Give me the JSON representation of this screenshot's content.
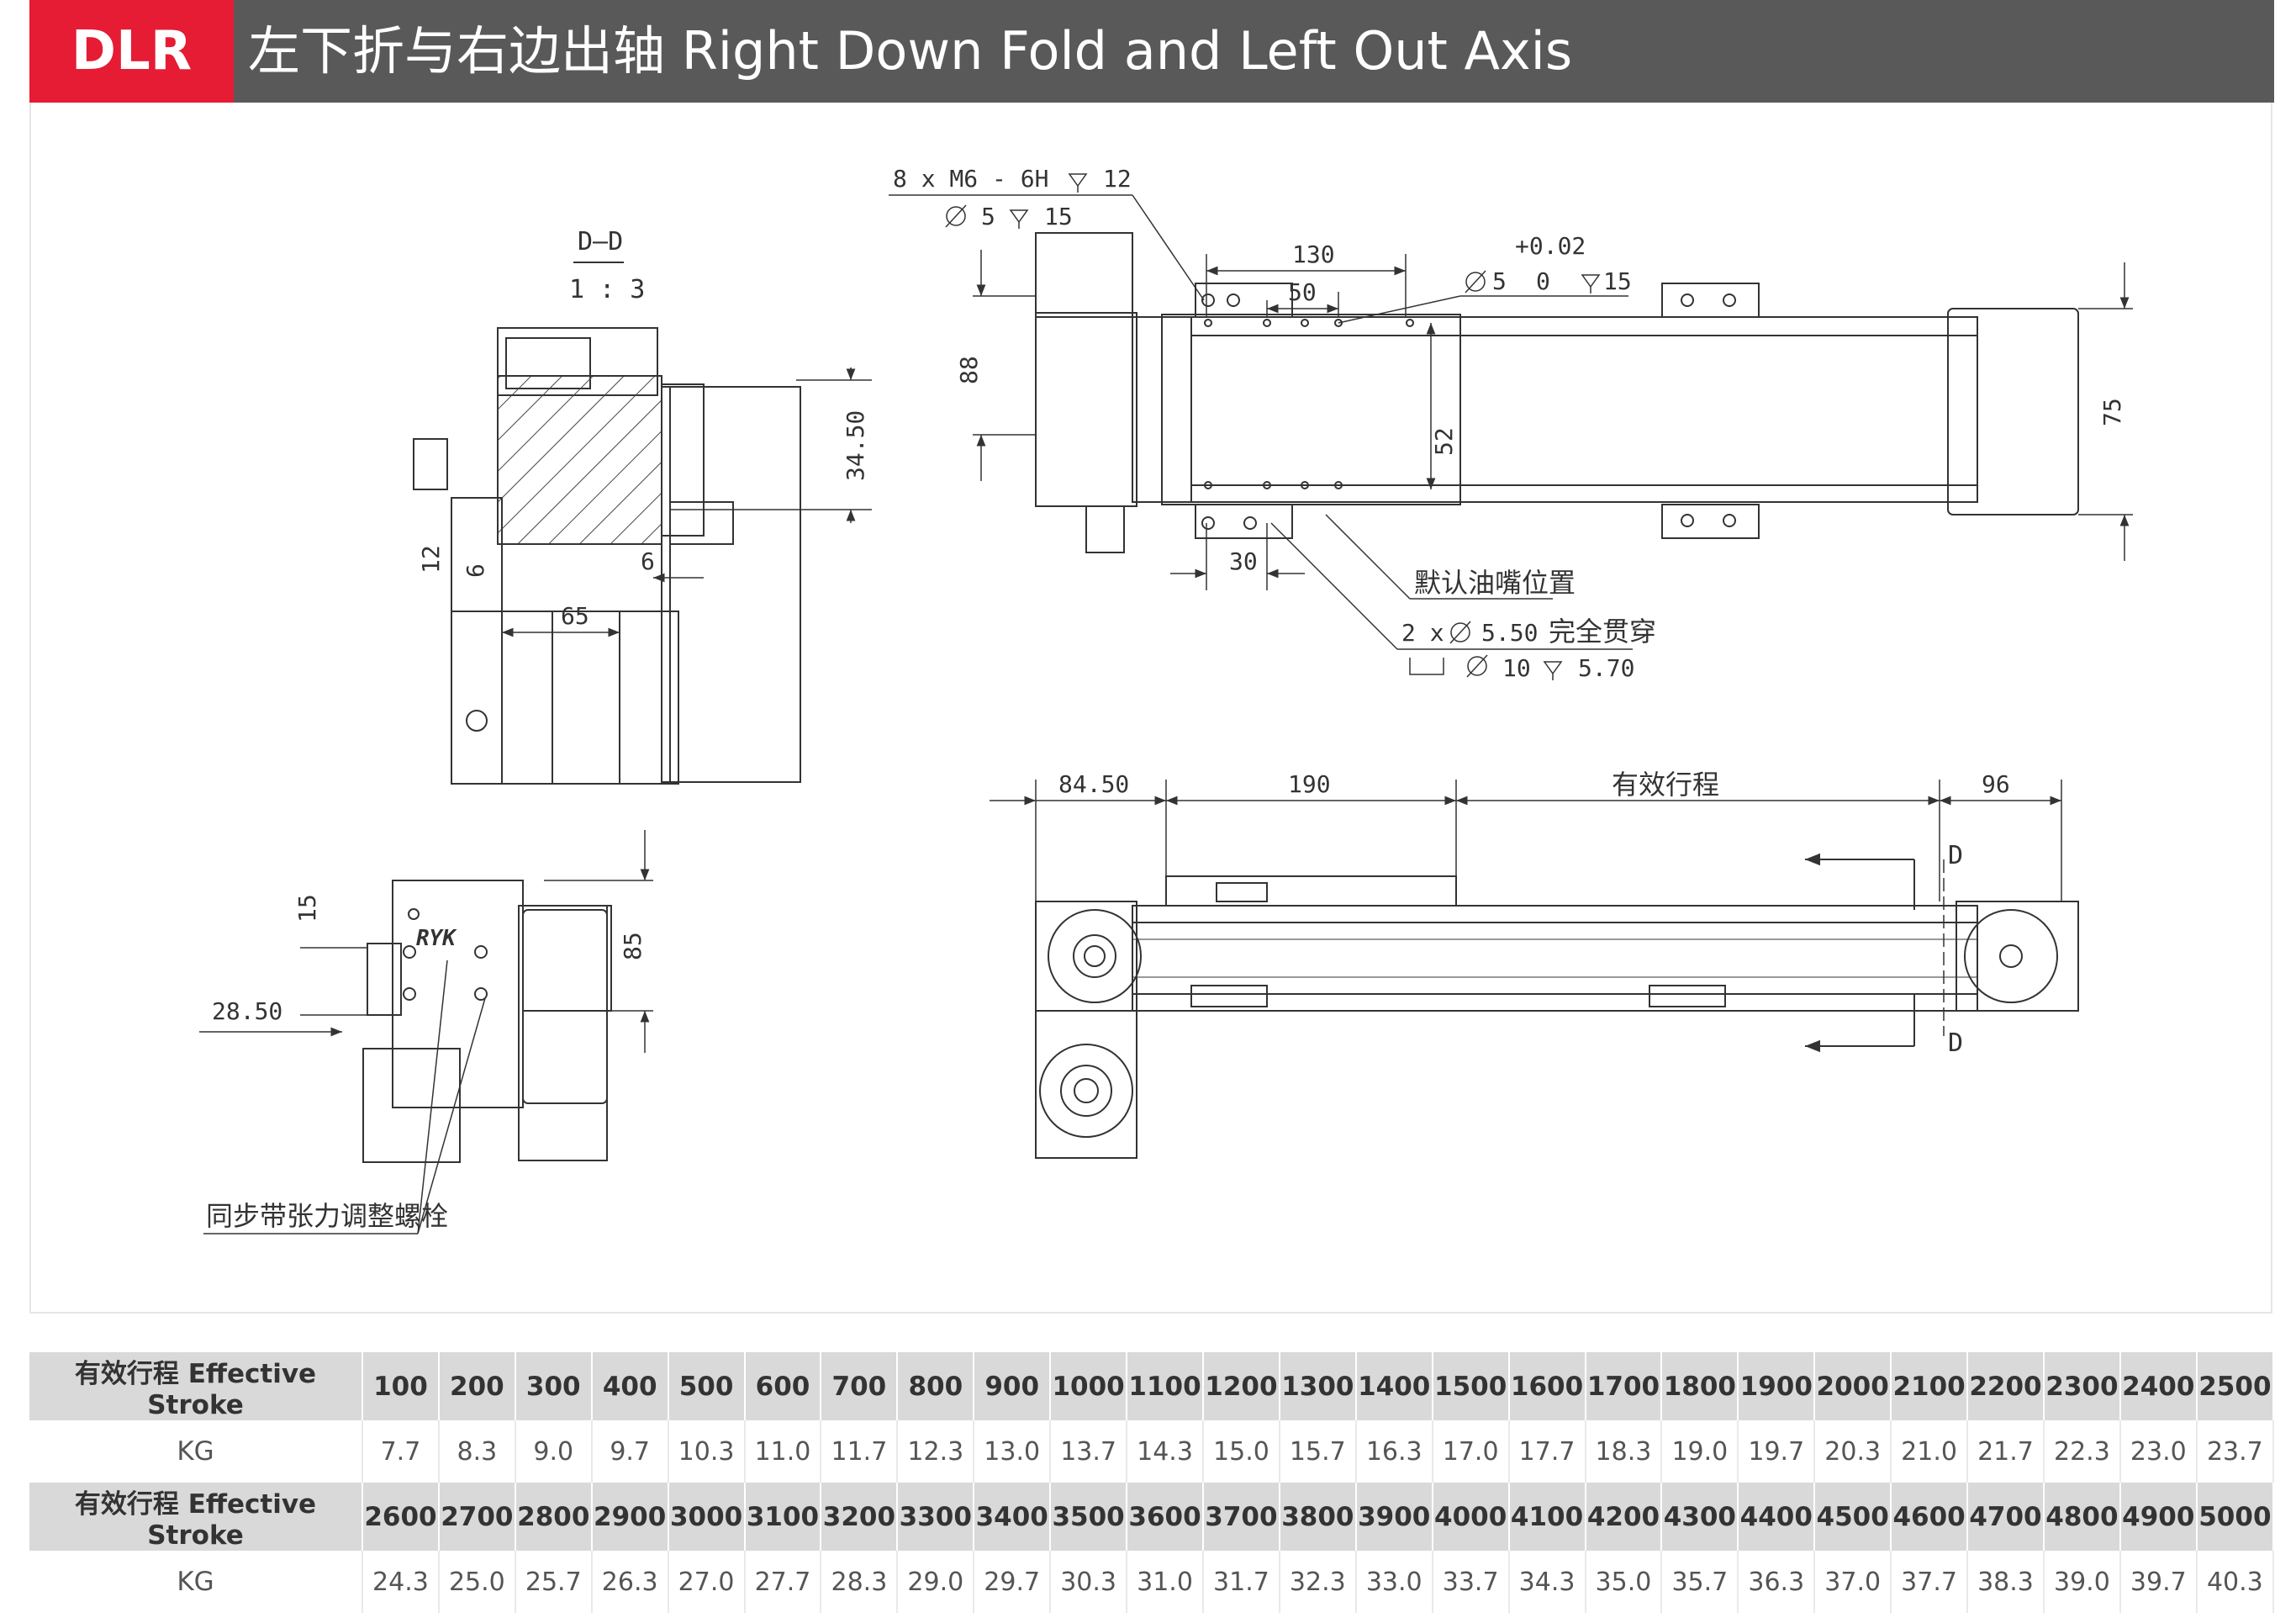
{
  "header": {
    "badge": "DLR",
    "title": "左下折与右边出轴 Right Down Fold and Left Out Axis"
  },
  "drawing": {
    "section_label": "D—D",
    "section_scale": "1 : 3",
    "logo_text": "RYK",
    "dims": {
      "d34_50": "34.50",
      "d12": "12",
      "d6a": "6",
      "d6b": "6",
      "d65": "65",
      "d15": "15",
      "d28_50": "28.50",
      "d85": "85",
      "d130": "130",
      "d50": "50",
      "d88": "88",
      "d52": "52",
      "d30": "30",
      "d75": "75",
      "d84_50": "84.50",
      "d190": "190",
      "stroke": "有效行程",
      "d96": "96",
      "tol_upper": "+0.02",
      "tol_lower": "0",
      "hole_dia": "5",
      "hole_depth": "15",
      "sec_top": "D",
      "sec_bottom": "D"
    },
    "notes": {
      "thread_line1": "8 x  M6 - 6H",
      "thread_depth": "12",
      "thread_line2_dia": "5",
      "thread_line2_depth": "15",
      "oil_nozzle": "默认油嘴位置",
      "through_prefix": "2 x",
      "through_dia": "5.50",
      "through_text": "完全贯穿",
      "cbore_dia": "10",
      "cbore_depth": "5.70",
      "tension_screw": "同步带张力调整螺栓"
    }
  },
  "table": {
    "rows": [
      {
        "label": "有效行程 Effective Stroke",
        "values": [
          "100",
          "200",
          "300",
          "400",
          "500",
          "600",
          "700",
          "800",
          "900",
          "1000",
          "1100",
          "1200",
          "1300",
          "1400",
          "1500",
          "1600",
          "1700",
          "1800",
          "1900",
          "2000",
          "2100",
          "2200",
          "2300",
          "2400",
          "2500"
        ]
      },
      {
        "label": "KG",
        "values": [
          "7.7",
          "8.3",
          "9.0",
          "9.7",
          "10.3",
          "11.0",
          "11.7",
          "12.3",
          "13.0",
          "13.7",
          "14.3",
          "15.0",
          "15.7",
          "16.3",
          "17.0",
          "17.7",
          "18.3",
          "19.0",
          "19.7",
          "20.3",
          "21.0",
          "21.7",
          "22.3",
          "23.0",
          "23.7"
        ]
      },
      {
        "label": "有效行程 Effective Stroke",
        "values": [
          "2600",
          "2700",
          "2800",
          "2900",
          "3000",
          "3100",
          "3200",
          "3300",
          "3400",
          "3500",
          "3600",
          "3700",
          "3800",
          "3900",
          "4000",
          "4100",
          "4200",
          "4300",
          "4400",
          "4500",
          "4600",
          "4700",
          "4800",
          "4900",
          "5000"
        ]
      },
      {
        "label": "KG",
        "values": [
          "24.3",
          "25.0",
          "25.7",
          "26.3",
          "27.0",
          "27.7",
          "28.3",
          "29.0",
          "29.7",
          "30.3",
          "31.0",
          "31.7",
          "32.3",
          "33.0",
          "33.7",
          "34.3",
          "35.0",
          "35.7",
          "36.3",
          "37.0",
          "37.7",
          "38.3",
          "39.0",
          "39.7",
          "40.3"
        ]
      }
    ]
  }
}
